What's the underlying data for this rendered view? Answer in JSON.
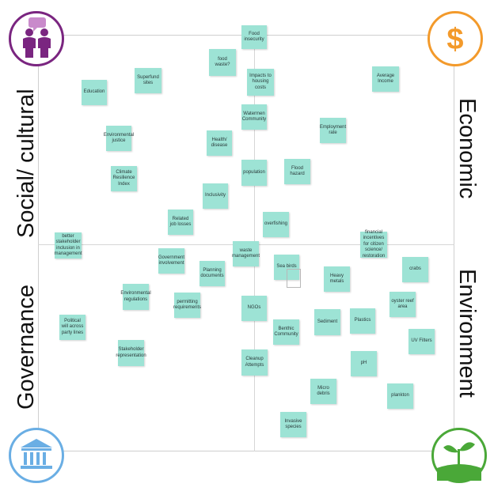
{
  "colors": {
    "note": "#9de3d5",
    "social_icon": "#7a2580",
    "economic_icon": "#f39a2b",
    "governance_icon": "#6aaee4",
    "environment_icon": "#4aa838"
  },
  "quadrants": {
    "top_left": "Social/ cultural",
    "top_right": "Economic",
    "bottom_left": "Governance",
    "bottom_right": "Environment"
  },
  "icons": {
    "top_left": "people-talking-icon",
    "top_right": "dollar-icon",
    "bottom_left": "government-building-icon",
    "bottom_right": "plant-sprout-icon"
  },
  "notes": [
    "Food insecurity",
    "food waste?",
    "Impacts to housing costs",
    "Superfund sites",
    "Average Income",
    "Education",
    "Watermen Community",
    "Employment rate",
    "Environmental justice",
    "Health/ disease",
    "Climate Resilience Index",
    "population",
    "Flood hazard",
    "Inclusivity",
    "overfishing",
    "Related job losses",
    "better stakeholder inclusion in management",
    "financial incentives for citizen science/ restoration",
    "Government involvement",
    "waste management",
    "Sea birds",
    "crabs",
    "Planning documents",
    "Heavy metals",
    "Environmental regulations",
    "oyster reef area",
    "permitting requirements",
    "NGOs",
    "Sediment",
    "Plastics",
    "Political will across party lines",
    "Benthic Community",
    "UV Filters",
    "Stakeholder representation",
    "Cleanup Attempts",
    "pH",
    "Micro debris",
    "plankton",
    "Invasive species"
  ]
}
